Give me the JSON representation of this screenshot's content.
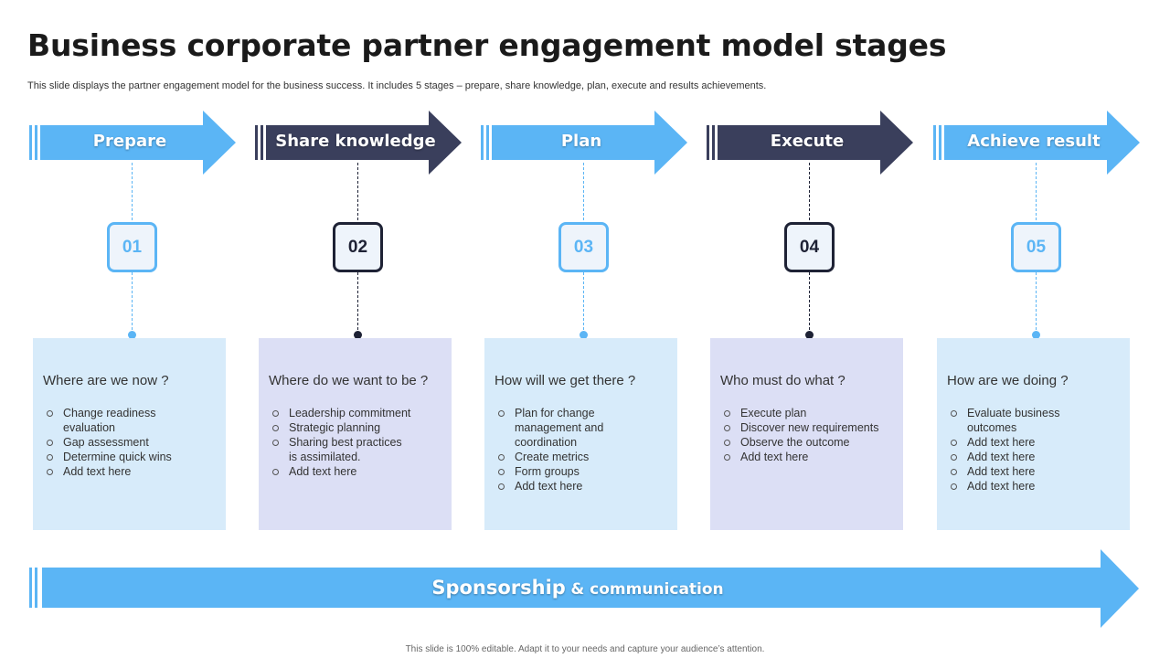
{
  "title": "Business corporate partner engagement model stages",
  "subtitle": "This slide displays the partner engagement model for the business success. It includes 5 stages – prepare, share knowledge, plan, execute and results achievements.",
  "colors": {
    "light_blue": "#5bb5f5",
    "dark_navy": "#3a3f5c",
    "card_blue": "#d7ebfa",
    "card_lavender": "#dcdff5"
  },
  "stages": [
    {
      "label": "Prepare",
      "number": "01",
      "question": "Where are we now ?",
      "items": [
        "Change readiness evaluation",
        "Gap assessment",
        "Determine quick wins",
        "Add text here"
      ]
    },
    {
      "label": "Share knowledge",
      "number": "02",
      "question": "Where do we want to be ?",
      "items": [
        "Leadership commitment",
        "Strategic planning",
        "Sharing best practices is assimilated.",
        "Add text here"
      ]
    },
    {
      "label": "Plan",
      "number": "03",
      "question": "How will we get there ?",
      "items": [
        "Plan for change management and coordination",
        "Create metrics",
        "Form groups",
        "Add text here"
      ]
    },
    {
      "label": "Execute",
      "number": "04",
      "question": "Who must do what ?",
      "items": [
        "Execute plan",
        "Discover new requirements",
        "Observe the outcome",
        "Add text here"
      ]
    },
    {
      "label": "Achieve result",
      "number": "05",
      "question": "How are we doing ?",
      "items": [
        "Evaluate business outcomes",
        "Add text here",
        "Add text here",
        "Add text here",
        "Add text here"
      ]
    }
  ],
  "bottom_banner": {
    "main": "Sponsorship",
    "rest": "& communication"
  },
  "footer": "This slide is 100% editable. Adapt it to your needs and capture your audience’s attention."
}
